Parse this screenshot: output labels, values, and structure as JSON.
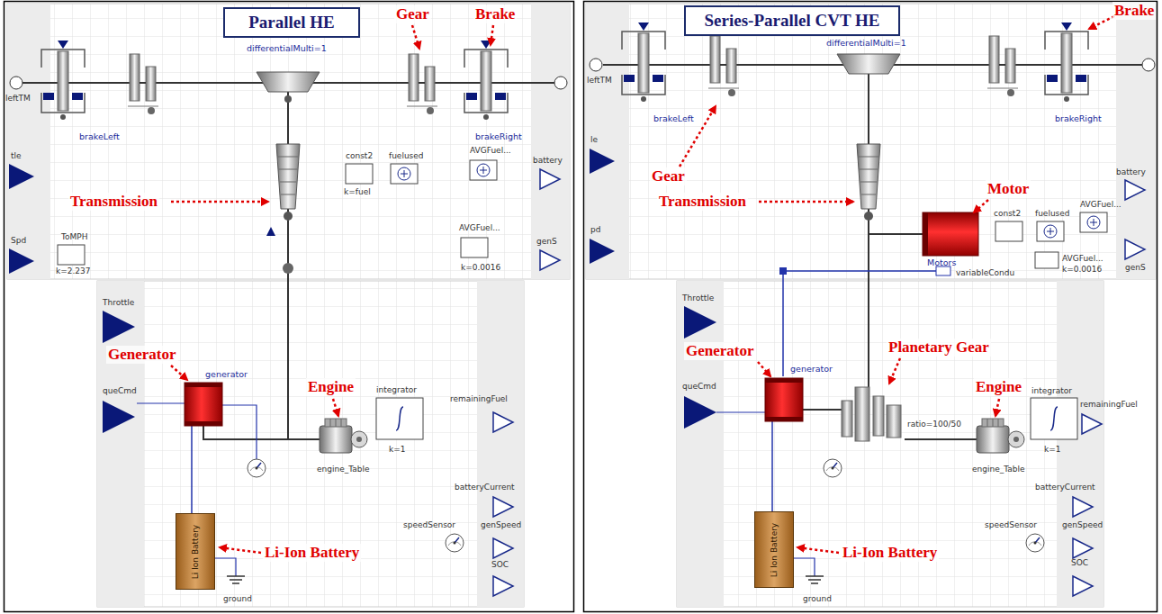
{
  "diagram": {
    "nodes": [
      {
        "text": [
          "Parallel HE"
        ]
      },
      {
        "text": [
          "Li Ion Battery"
        ]
      },
      {
        "text": [
          "Series-Parallel CVT HE"
        ]
      },
      {
        "text": [
          "Li Ion Battery"
        ]
      }
    ],
    "labels": [
      "Gear",
      "Brake",
      "leftTM",
      "differentialMulti=1",
      "brakeLeft",
      "brakeRight",
      "tle",
      "Transmission",
      "const2",
      "k=fuel",
      "fuelused",
      "AVGFuel...",
      "Spd",
      "ToMPH",
      "k=2.237",
      "AVGFuel...",
      "k=0.0016",
      "battery",
      "genS",
      "Throttle",
      "queCmd",
      "generator",
      "Generator",
      "Engine",
      "engine_Table",
      "integrator",
      "k=1",
      "remainingFuel",
      "batteryCurrent",
      "speedSensor",
      "genSpeed",
      "Li-Ion Battery",
      "SOC",
      "ground",
      "Brake",
      "leftTM",
      "differentialMulti=1",
      "brakeLeft",
      "brakeRight",
      "le",
      "Gear",
      "Transmission",
      "Motor",
      "const2",
      "fuelused",
      "AVGFuel...",
      "AVGFuel...",
      "k=0.0016",
      "pd",
      "Motors",
      "variableCondu",
      "battery",
      "genS",
      "Throttle",
      "queCmd",
      "Generator",
      "generator",
      "Planetary Gear",
      "ratio=100/50",
      "Engine",
      "engine_Table",
      "integrator",
      "k=1",
      "remainingFuel",
      "batteryCurrent",
      "speedSensor",
      "genSpeed",
      "Li-Ion Battery",
      "SOC",
      "ground"
    ]
  }
}
